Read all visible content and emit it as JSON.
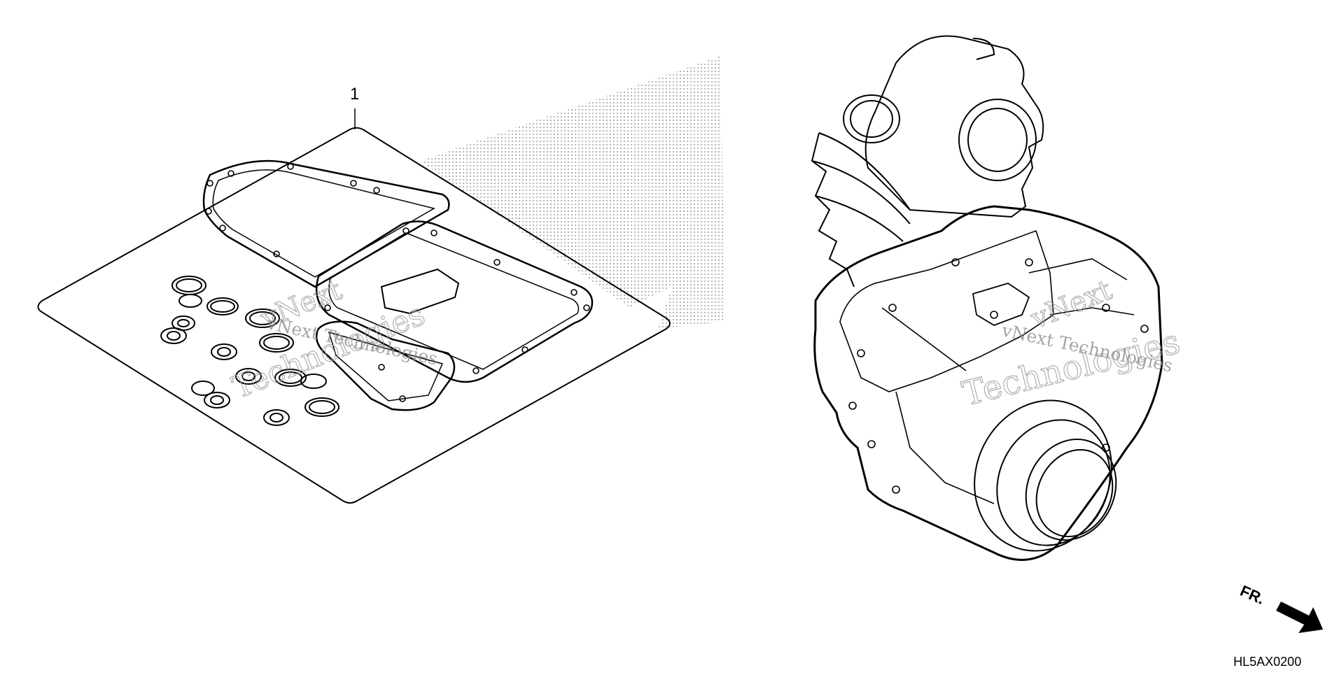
{
  "diagram": {
    "callout_number": "1",
    "diagram_code": "HL5AX0200",
    "direction_label": "FR.",
    "watermark_main": "vNext Technologies",
    "watermark_outline_1": "vNext",
    "watermark_outline_2": "Technologies"
  },
  "colors": {
    "line": "#000000",
    "background": "#ffffff",
    "watermark": "#9a9a9a"
  },
  "icons": {
    "direction": "arrow-down-right-icon"
  }
}
